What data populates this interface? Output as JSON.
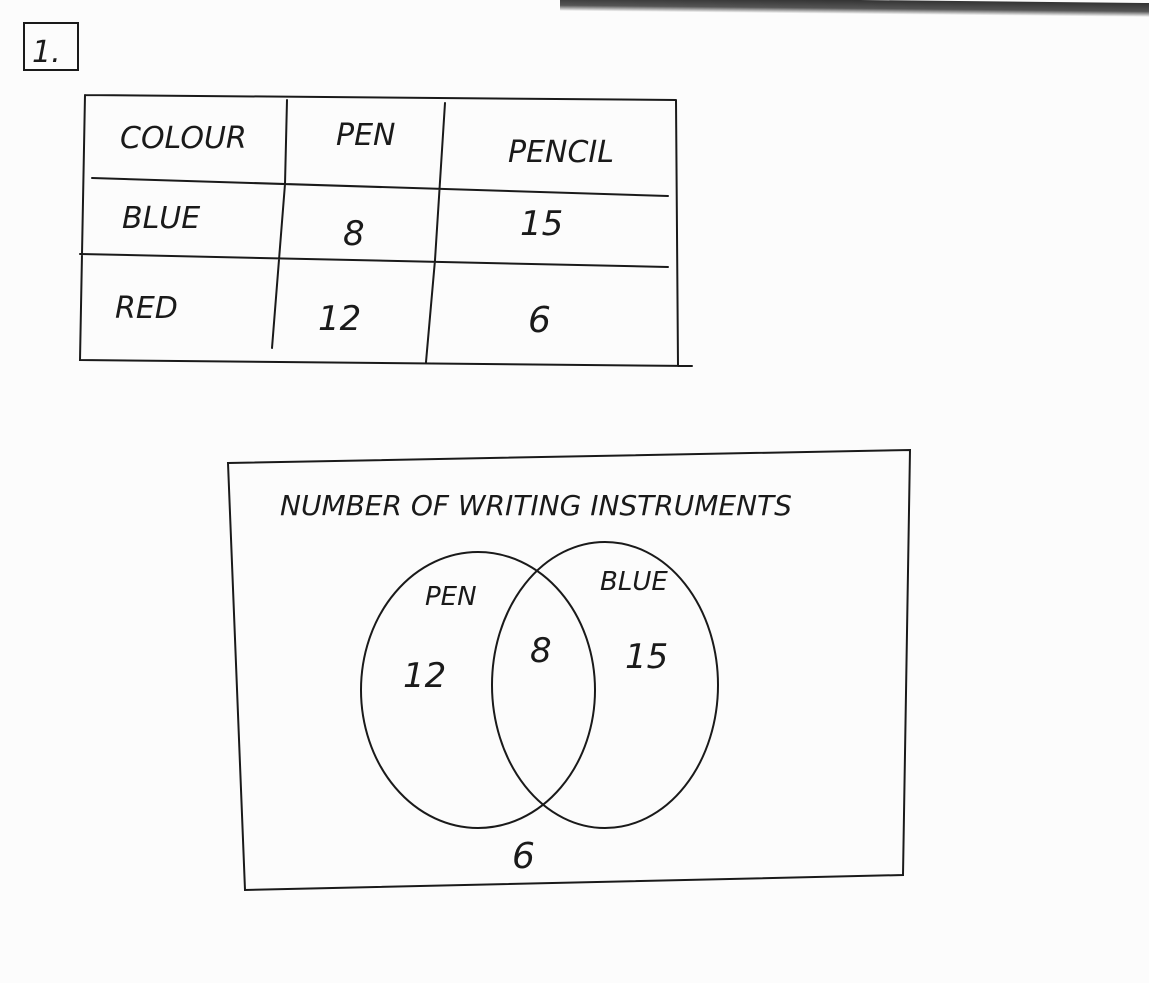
{
  "problem_number": "1.",
  "table": {
    "headers": [
      "COLOUR",
      "PEN",
      "PENCIL"
    ],
    "rows": [
      [
        "BLUE",
        "8",
        "15"
      ],
      [
        "RED",
        "12",
        "6"
      ]
    ]
  },
  "venn": {
    "title": "NUMBER OF WRITING INSTRUMENTS",
    "set_a_label": "PEN",
    "set_b_label": "BLUE",
    "only_a": "12",
    "intersection": "8",
    "only_b": "15",
    "outside": "6"
  }
}
